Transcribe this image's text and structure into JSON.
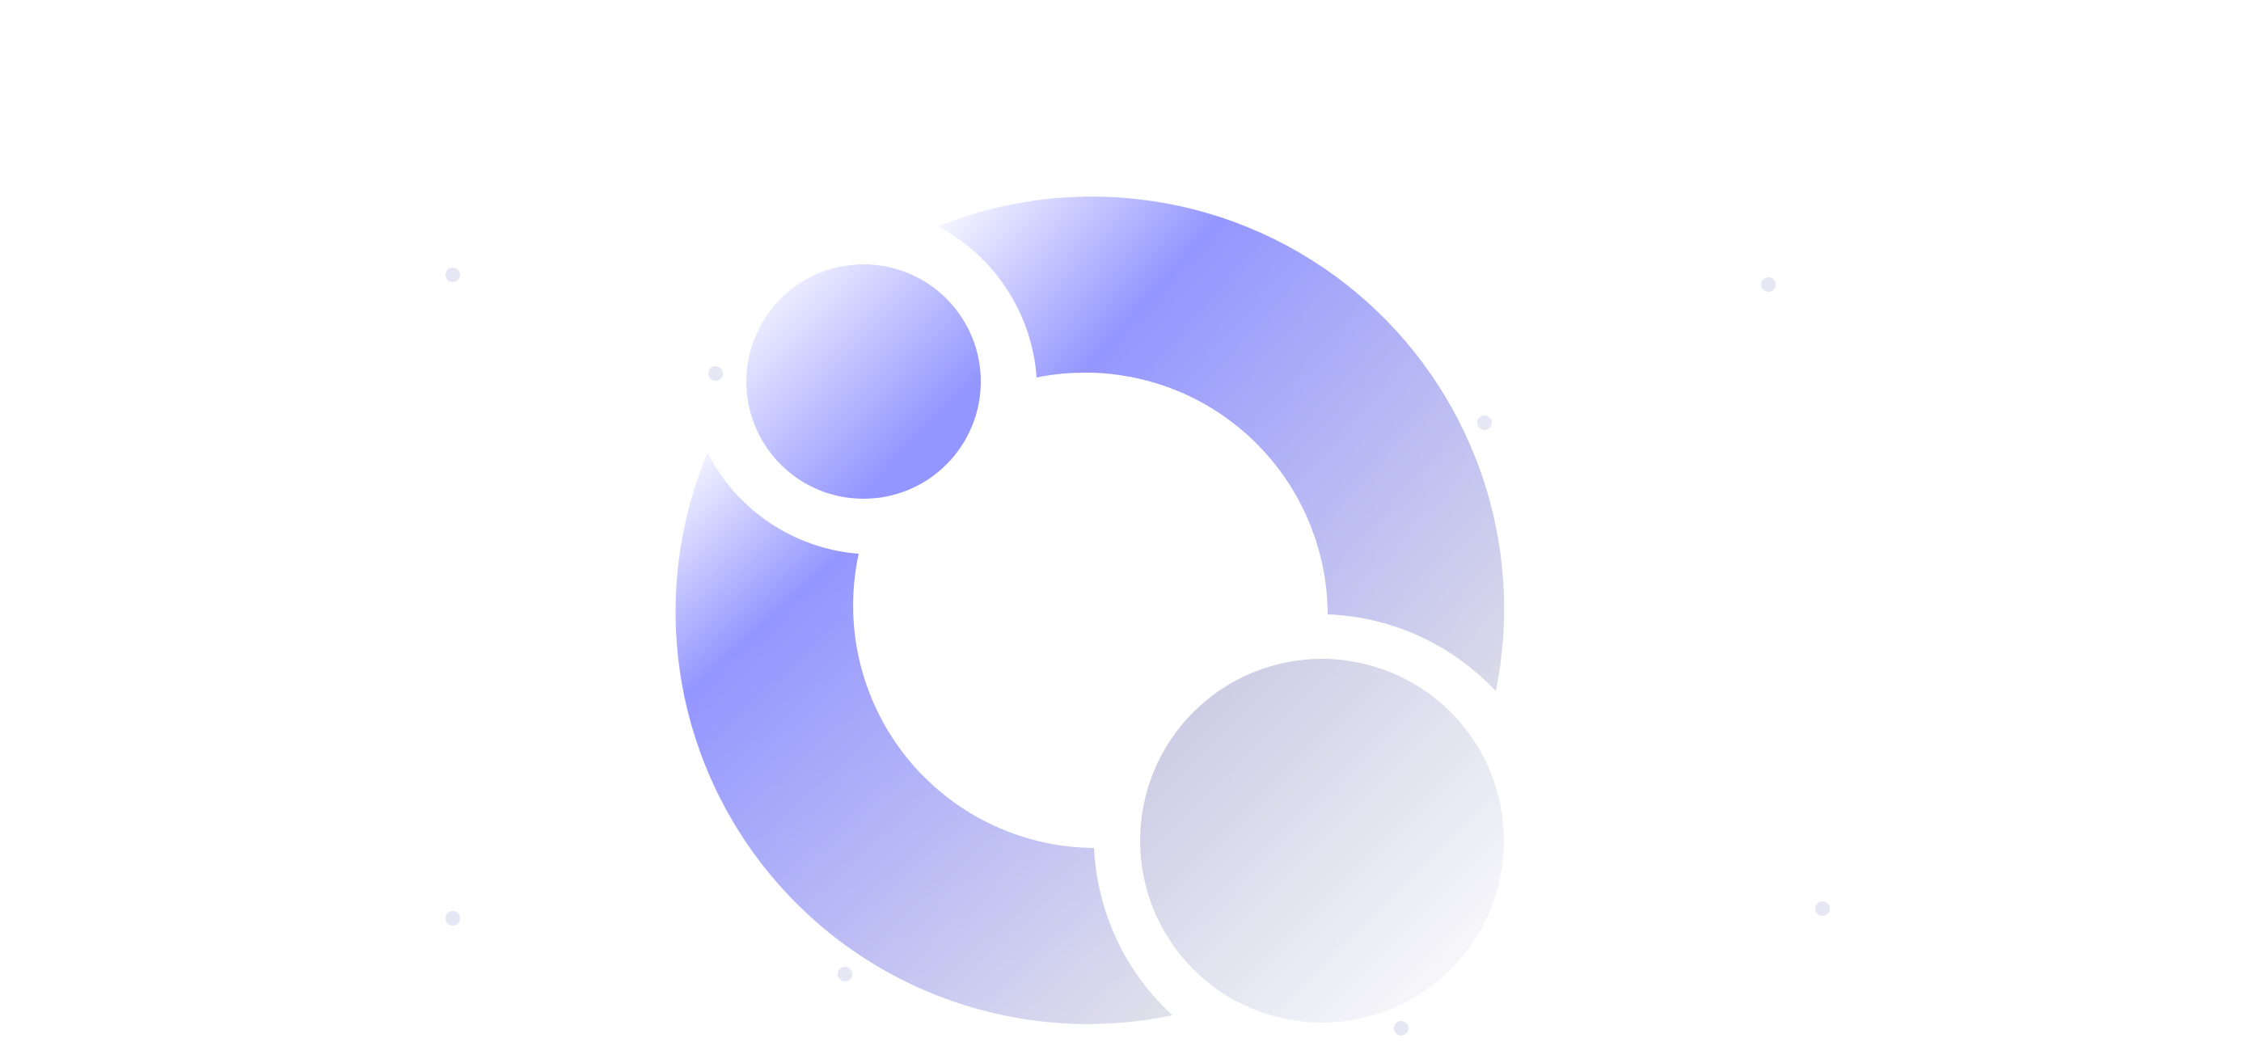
{
  "diagram": {
    "colors": {
      "accent": "#9496ff",
      "accent_light": "#ffffff",
      "neutral": "#c4c4e0",
      "neutral_light": "#f5f5f7",
      "dot": "#e6e6f5"
    },
    "blocks": [
      {
        "id": "top-left",
        "title": "",
        "body": ""
      },
      {
        "id": "top-right",
        "title": "",
        "body": ""
      },
      {
        "id": "bottom-left",
        "title": "",
        "body": ""
      },
      {
        "id": "bottom-right",
        "title": "",
        "body": ""
      }
    ]
  }
}
